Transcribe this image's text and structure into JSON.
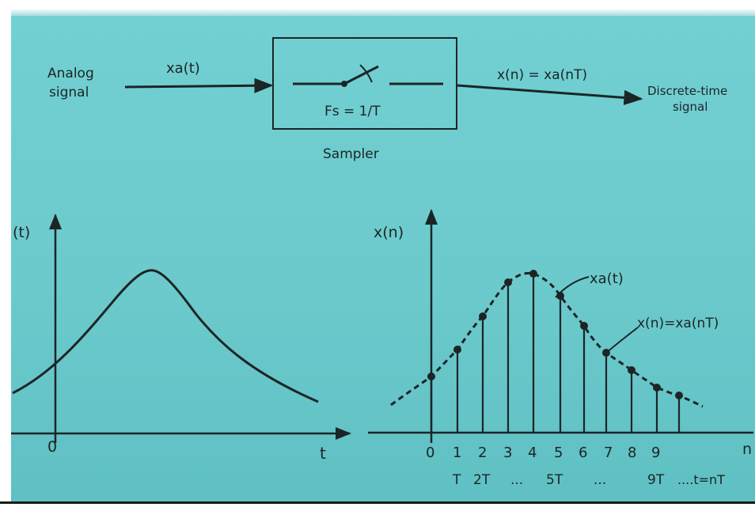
{
  "block_diagram": {
    "input_label_line1": "Analog",
    "input_label_line2": "signal",
    "input_signal": "xa(t)",
    "sampler_rate": "Fs = 1/T",
    "sampler_label": "Sampler",
    "output_signal": "x(n) = xa(nT)",
    "output_label_line1": "Discrete-time",
    "output_label_line2": "signal"
  },
  "left_plot": {
    "y_label": "(t)",
    "x_label": "t",
    "origin_label": "0"
  },
  "right_plot": {
    "y_label": "x(n)",
    "x_label": "n",
    "curve_label": "xa(t)",
    "samples_label": "x(n)=xa(nT)",
    "sample_indices": [
      "0",
      "1",
      "2",
      "3",
      "4",
      "5",
      "6",
      "7",
      "8",
      "9"
    ],
    "time_labels": [
      "T",
      "2T",
      "...",
      "5T",
      "...",
      "9T",
      "....t=nT"
    ]
  },
  "colors": {
    "background": "#6ccacc",
    "ink": "#1c2526"
  }
}
